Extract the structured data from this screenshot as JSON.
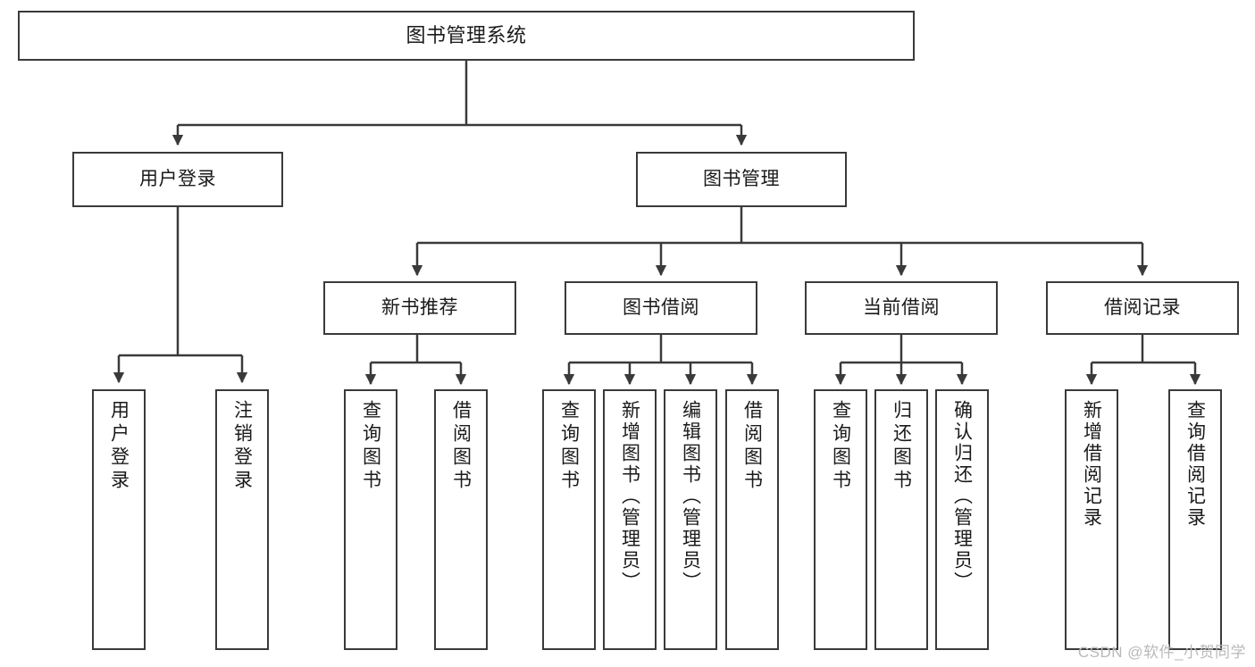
{
  "diagram": {
    "title": "图书管理系统",
    "type": "hierarchy-tree",
    "watermark": "CSDN @软件_小贺同学",
    "colors": {
      "node_border": "#3a3a3a",
      "node_fill": "#ffffff",
      "connector": "#3a3a3a",
      "text": "#1a1a1a",
      "watermark": "#b9b9b9"
    },
    "root": {
      "label": "图书管理系统"
    },
    "level2": [
      {
        "label": "用户登录"
      },
      {
        "label": "图书管理"
      }
    ],
    "level3": [
      {
        "label": "新书推荐"
      },
      {
        "label": "图书借阅"
      },
      {
        "label": "当前借阅"
      },
      {
        "label": "借阅记录"
      }
    ],
    "leaves": {
      "user_login": [
        {
          "label": "用户登录"
        },
        {
          "label": "注销登录"
        }
      ],
      "new_book_recommend": [
        {
          "label": "查询图书"
        },
        {
          "label": "借阅图书"
        }
      ],
      "book_borrow": [
        {
          "label": "查询图书"
        },
        {
          "label": "新增图书（管理员）"
        },
        {
          "label": "编辑图书（管理员）"
        },
        {
          "label": "借阅图书"
        }
      ],
      "current_borrow": [
        {
          "label": "查询图书"
        },
        {
          "label": "归还图书"
        },
        {
          "label": "确认归还（管理员）"
        }
      ],
      "borrow_record": [
        {
          "label": "新增借阅记录"
        },
        {
          "label": "查询借阅记录"
        }
      ]
    }
  }
}
